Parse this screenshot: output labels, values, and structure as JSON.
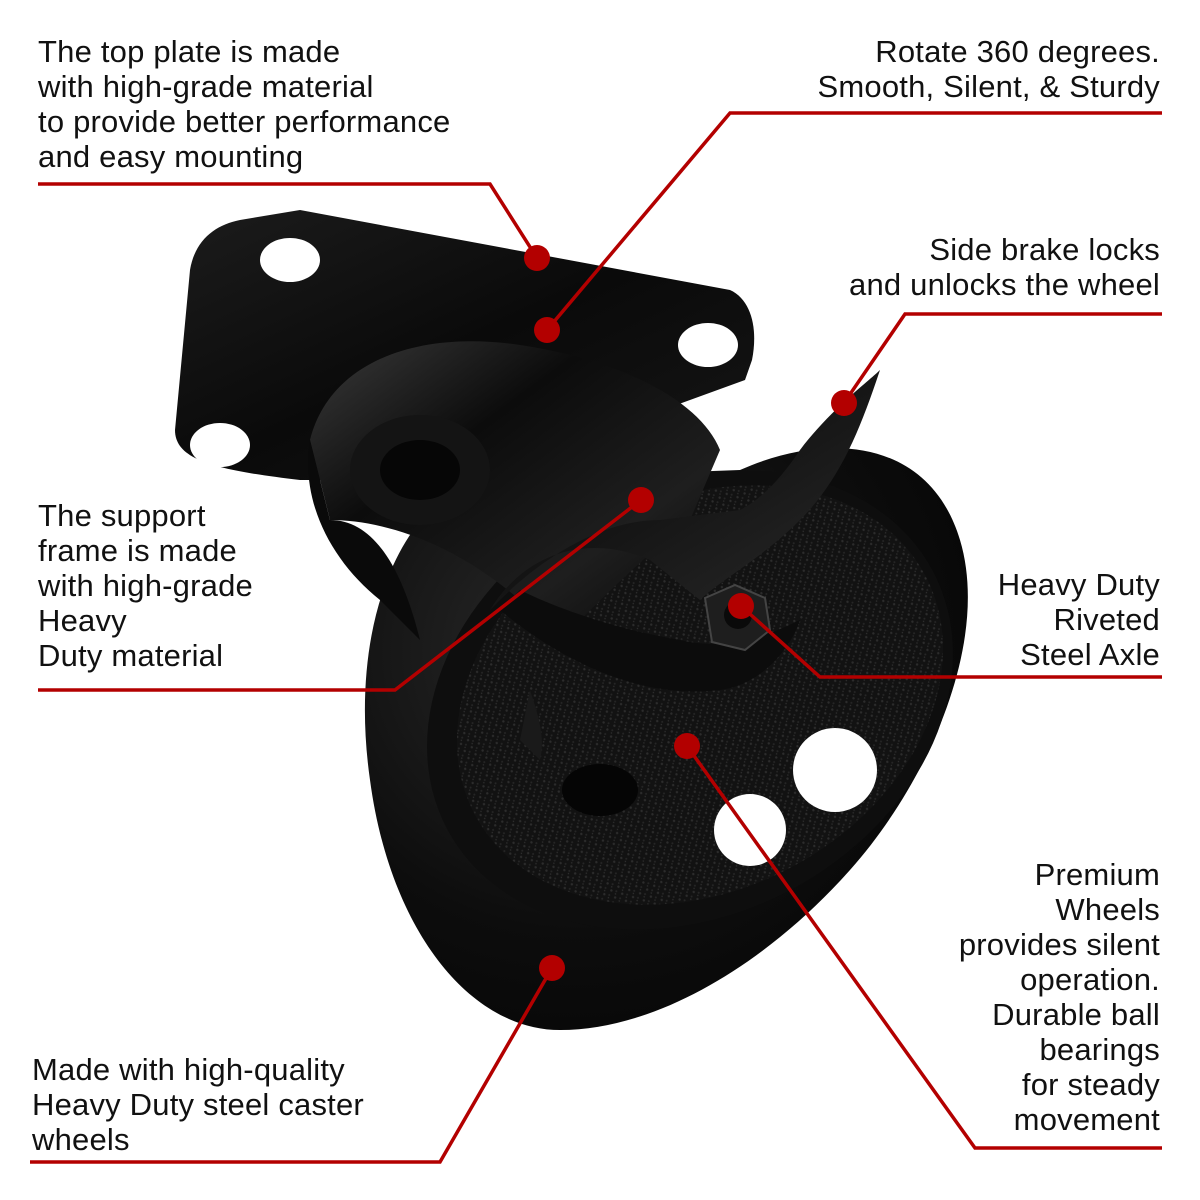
{
  "accent_color": "#b30000",
  "callouts": {
    "top_plate": {
      "lines": [
        "The top plate is made",
        "with high-grade material",
        "to provide better performance",
        "and easy mounting"
      ]
    },
    "rotate": {
      "lines": [
        "Rotate 360 degrees.",
        "Smooth, Silent, & Sturdy"
      ]
    },
    "side_brake": {
      "lines": [
        "Side brake locks",
        "and unlocks the wheel"
      ]
    },
    "support_frame": {
      "lines": [
        "The support",
        "frame is made",
        "with high-grade",
        "Heavy",
        "Duty material"
      ]
    },
    "axle": {
      "lines": [
        "Heavy Duty",
        "Riveted",
        "Steel Axle"
      ]
    },
    "premium_wheels": {
      "lines": [
        "Premium",
        "Wheels",
        "provides silent",
        "operation.",
        "Durable ball",
        "bearings",
        "for steady",
        "movement"
      ]
    },
    "caster_wheels": {
      "lines": [
        "Made with high-quality",
        "Heavy Duty steel caster",
        "wheels"
      ]
    }
  }
}
